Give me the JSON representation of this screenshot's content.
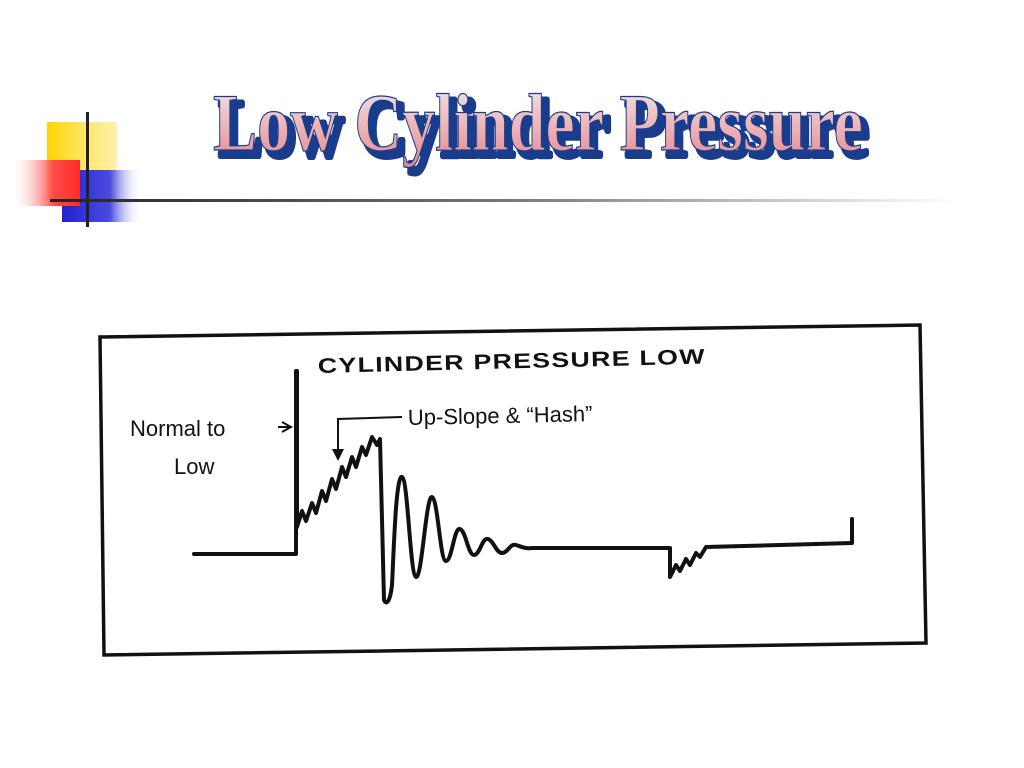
{
  "slide": {
    "title": "Low Cylinder Pressure"
  },
  "diagram": {
    "heading": "CYLINDER PRESSURE LOW",
    "annotations": {
      "normal_to_low_line1": "Normal to",
      "normal_to_low_line2": "Low",
      "upslope_hash": "Up-Slope & “Hash”"
    }
  },
  "colors": {
    "title_fill_top": "#f0e8e8",
    "title_fill_bottom": "#e8888c",
    "title_shadow": "#1a3c8c",
    "deco_yellow": "#ffd400",
    "deco_red": "#ff4040",
    "deco_blue": "#2828d8",
    "ink": "#111111"
  }
}
